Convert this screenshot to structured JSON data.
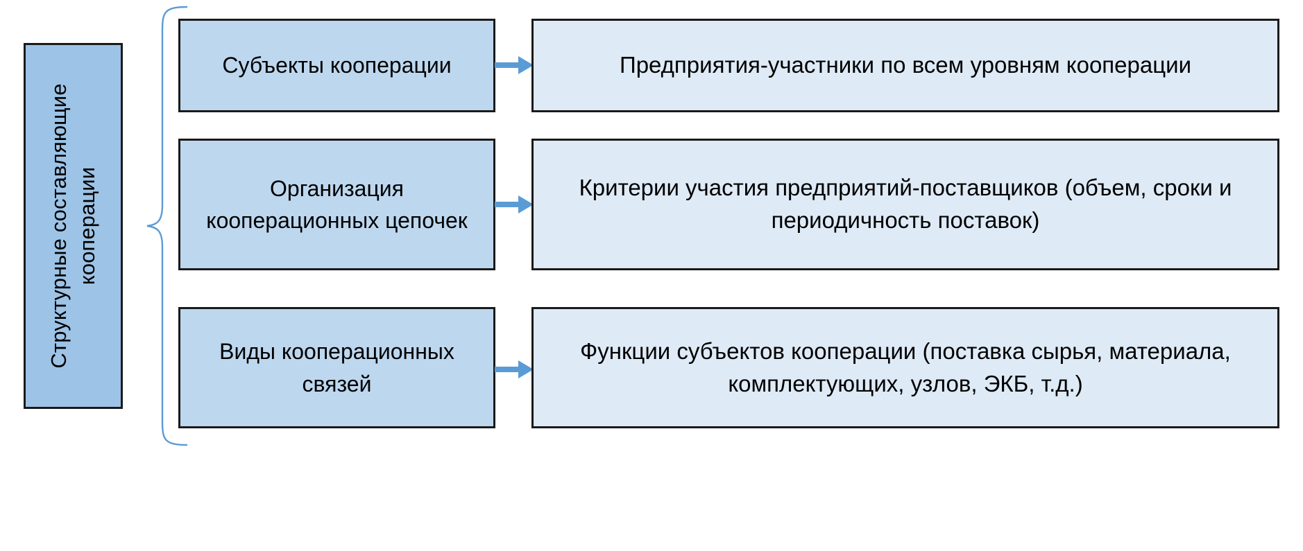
{
  "diagram": {
    "title_block": {
      "label": "Структурные составляющие кооперации",
      "line_1": "Структурные составляющие",
      "line_2": "кооперации",
      "fill_color": "#9DC3E6",
      "border_color": "#1a1a1a"
    },
    "brace": {
      "name": "left-curly-brace",
      "color": "#5B9BD5"
    },
    "arrow_color": "#5B9BD5",
    "category_fill": "#BDD7EE",
    "detail_fill": "#DEEAF6",
    "rows": [
      {
        "category": "Субъекты кооперации",
        "detail": "Предприятия-участники по всем уровням кооперации",
        "arrow": "right-arrow"
      },
      {
        "category": "Организация кооперационных цепочек",
        "detail": "Критерии участия предприятий-поставщиков (объем, сроки и периодичность поставок)",
        "arrow": "right-arrow"
      },
      {
        "category": "Виды кооперационных связей",
        "detail": "Функции субъектов кооперации (поставка сырья, материала, комплектующих, узлов, ЭКБ, т.д.)",
        "arrow": "right-arrow"
      }
    ]
  }
}
